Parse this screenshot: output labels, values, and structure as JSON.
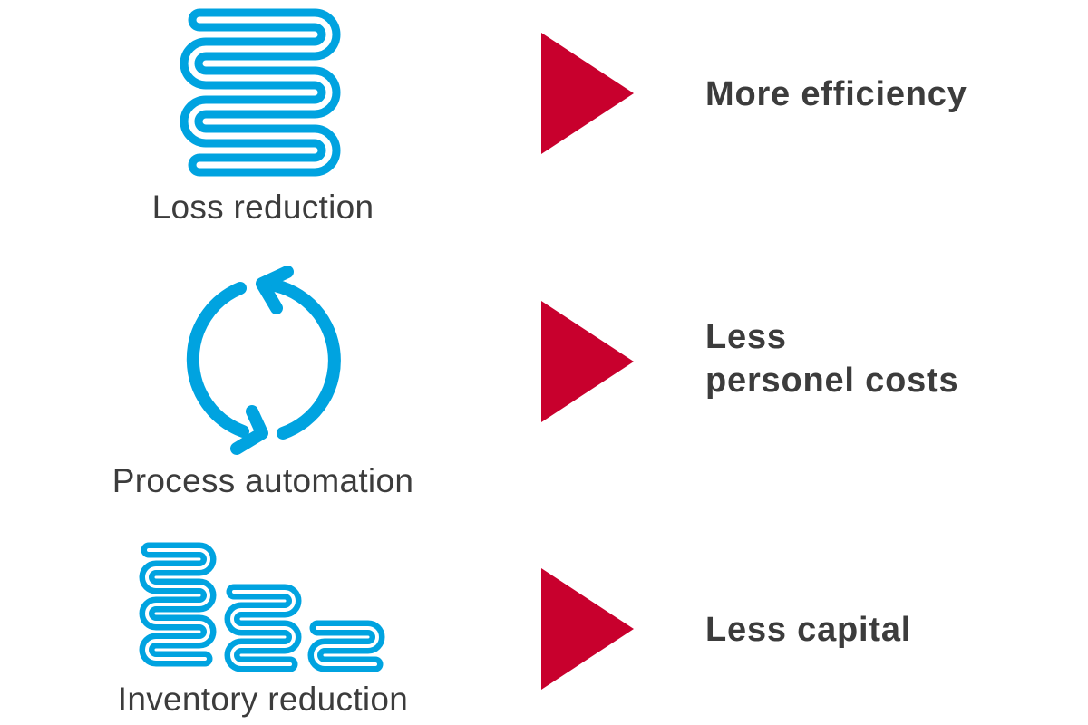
{
  "colors": {
    "icon_blue": "#00a3e0",
    "arrow_red": "#c8002d",
    "text_dark": "#3c3c3c"
  },
  "rows": [
    {
      "icon": "serpentine-coil-icon",
      "cause": "Loss reduction",
      "arrow": "red-triangle-arrow-icon",
      "effect_lines": [
        "More efficiency"
      ]
    },
    {
      "icon": "circular-arrows-cycle-icon",
      "cause": "Process automation",
      "arrow": "red-triangle-arrow-icon",
      "effect_lines": [
        "Less",
        "personel costs"
      ]
    },
    {
      "icon": "stacked-coils-decreasing-icon",
      "cause": "Inventory reduction",
      "arrow": "red-triangle-arrow-icon",
      "effect_lines": [
        "Less capital"
      ]
    }
  ]
}
